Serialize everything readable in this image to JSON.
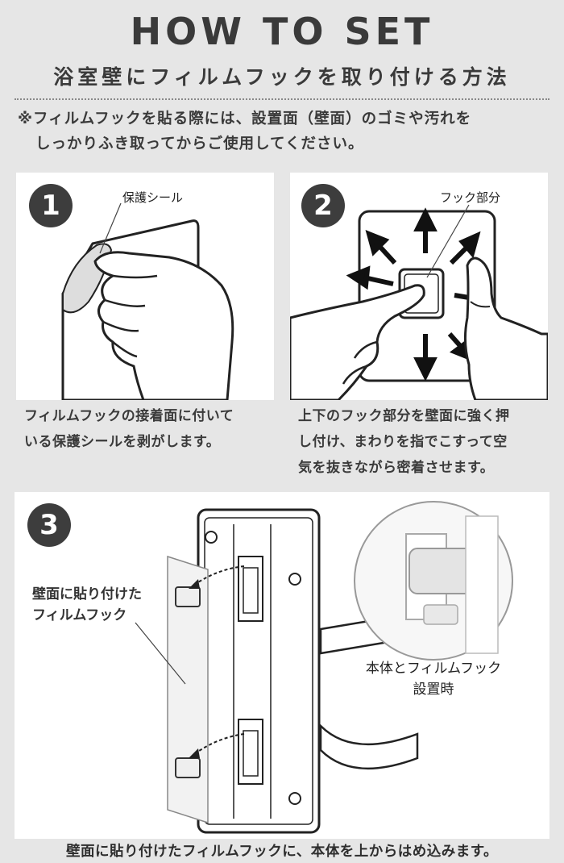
{
  "header": {
    "title": "HOW TO SET",
    "subtitle": "浴室壁にフィルムフックを取り付ける方法"
  },
  "note": {
    "line1": "※フィルムフックを貼る際には、設置面（壁面）のゴミや汚れを",
    "line2": "しっかりふき取ってからご使用してください。"
  },
  "steps": [
    {
      "number": "1",
      "label": "保護シール",
      "caption_line1": "フィルムフックの接着面に付いて",
      "caption_line2": "いる保護シールを剥がします。"
    },
    {
      "number": "2",
      "label": "フック部分",
      "caption_line1": "上下のフック部分を壁面に強く押",
      "caption_line2": "し付け、まわりを指でこすって空",
      "caption_line3": "気を抜きながら密着させます。"
    },
    {
      "number": "3",
      "label_line1": "壁面に貼り付けた",
      "label_line2": "フィルムフック",
      "inset_line1": "本体とフィルムフック",
      "inset_line2": "設置時",
      "caption": "壁面に貼り付けたフィルムフックに、本体を上からはめ込みます。"
    }
  ]
}
